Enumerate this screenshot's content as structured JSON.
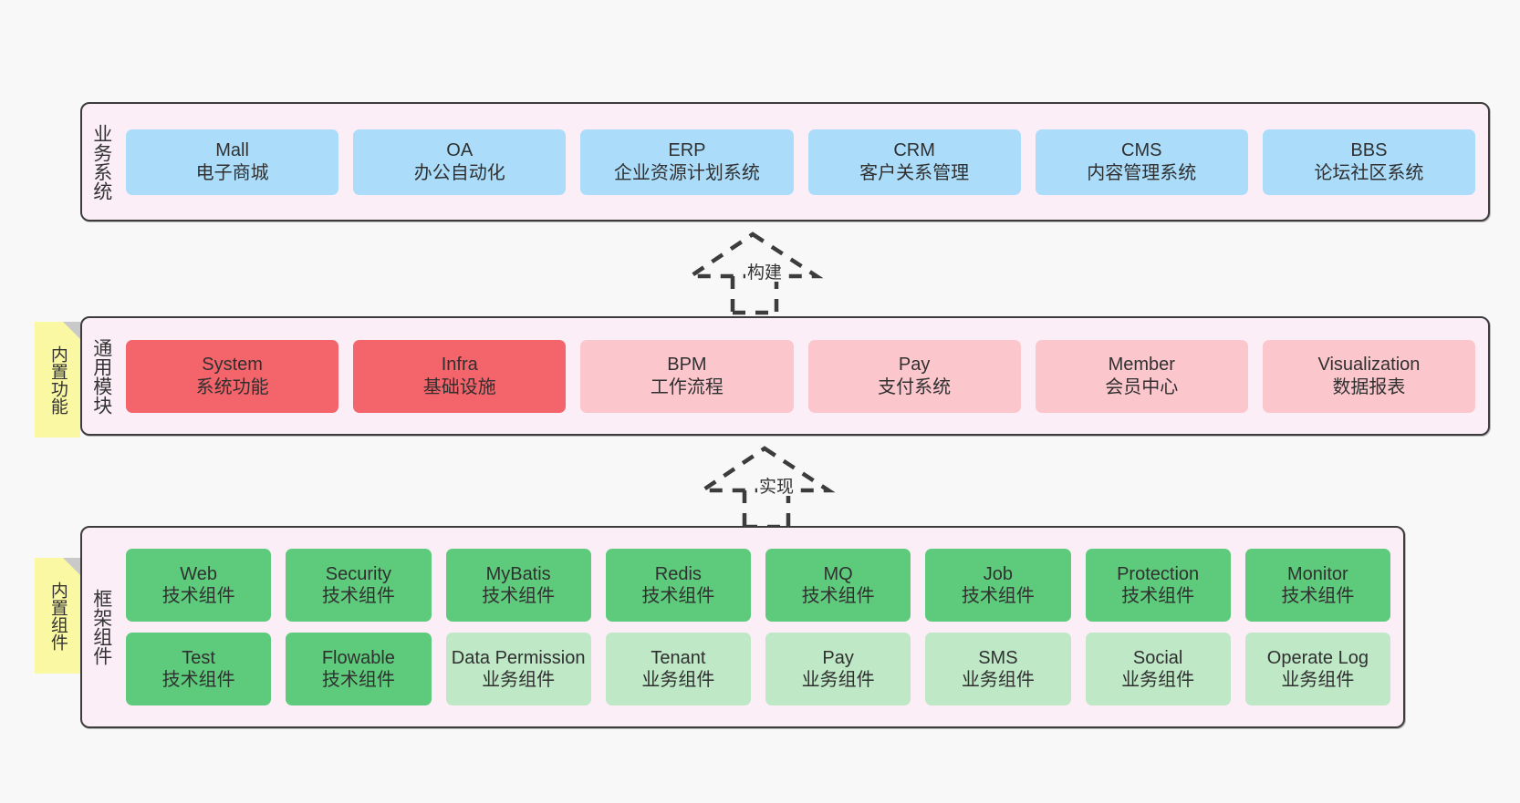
{
  "diagram": {
    "background_color": "#f8f8f8",
    "panel_color": "#fbeef6",
    "panel_border_color": "#3c3c3c",
    "sticky_color": "#fbf8a3",
    "layers": [
      {
        "id": "business",
        "title": "业务系统",
        "rows": [
          [
            {
              "en": "Mall",
              "cn": "电子商城",
              "style": "c-blue"
            },
            {
              "en": "OA",
              "cn": "办公自动化",
              "style": "c-blue"
            },
            {
              "en": "ERP",
              "cn": "企业资源计划系统",
              "style": "c-blue"
            },
            {
              "en": "CRM",
              "cn": "客户关系管理",
              "style": "c-blue"
            },
            {
              "en": "CMS",
              "cn": "内容管理系统",
              "style": "c-blue"
            },
            {
              "en": "BBS",
              "cn": "论坛社区系统",
              "style": "c-blue"
            }
          ]
        ]
      },
      {
        "id": "common",
        "title": "通用模块",
        "sticky": "内置功能",
        "rows": [
          [
            {
              "en": "System",
              "cn": "系统功能",
              "style": "c-red"
            },
            {
              "en": "Infra",
              "cn": "基础设施",
              "style": "c-red"
            },
            {
              "en": "BPM",
              "cn": "工作流程",
              "style": "c-red-light"
            },
            {
              "en": "Pay",
              "cn": "支付系统",
              "style": "c-red-light"
            },
            {
              "en": "Member",
              "cn": "会员中心",
              "style": "c-red-light"
            },
            {
              "en": "Visualization",
              "cn": "数据报表",
              "style": "c-red-light"
            }
          ]
        ]
      },
      {
        "id": "framework",
        "title": "框架组件",
        "sticky": "内置组件",
        "rows": [
          [
            {
              "en": "Web",
              "cn": "技术组件",
              "style": "c-green"
            },
            {
              "en": "Security",
              "cn": "技术组件",
              "style": "c-green"
            },
            {
              "en": "MyBatis",
              "cn": "技术组件",
              "style": "c-green"
            },
            {
              "en": "Redis",
              "cn": "技术组件",
              "style": "c-green"
            },
            {
              "en": "MQ",
              "cn": "技术组件",
              "style": "c-green"
            },
            {
              "en": "Job",
              "cn": "技术组件",
              "style": "c-green"
            },
            {
              "en": "Protection",
              "cn": "技术组件",
              "style": "c-green"
            },
            {
              "en": "Monitor",
              "cn": "技术组件",
              "style": "c-green"
            }
          ],
          [
            {
              "en": "Test",
              "cn": "技术组件",
              "style": "c-green"
            },
            {
              "en": "Flowable",
              "cn": "技术组件",
              "style": "c-green"
            },
            {
              "en": "Data Permission",
              "cn": "业务组件",
              "style": "c-green-light"
            },
            {
              "en": "Tenant",
              "cn": "业务组件",
              "style": "c-green-light"
            },
            {
              "en": "Pay",
              "cn": "业务组件",
              "style": "c-green-light"
            },
            {
              "en": "SMS",
              "cn": "业务组件",
              "style": "c-green-light"
            },
            {
              "en": "Social",
              "cn": "业务组件",
              "style": "c-green-light"
            },
            {
              "en": "Operate Log",
              "cn": "业务组件",
              "style": "c-green-light"
            }
          ]
        ]
      }
    ],
    "arrows": [
      {
        "id": "build",
        "label": "构建",
        "from": "common",
        "to": "business",
        "style": "dashed-generalization"
      },
      {
        "id": "impl",
        "label": "实现",
        "from": "framework",
        "to": "common",
        "style": "dashed-generalization"
      }
    ]
  }
}
